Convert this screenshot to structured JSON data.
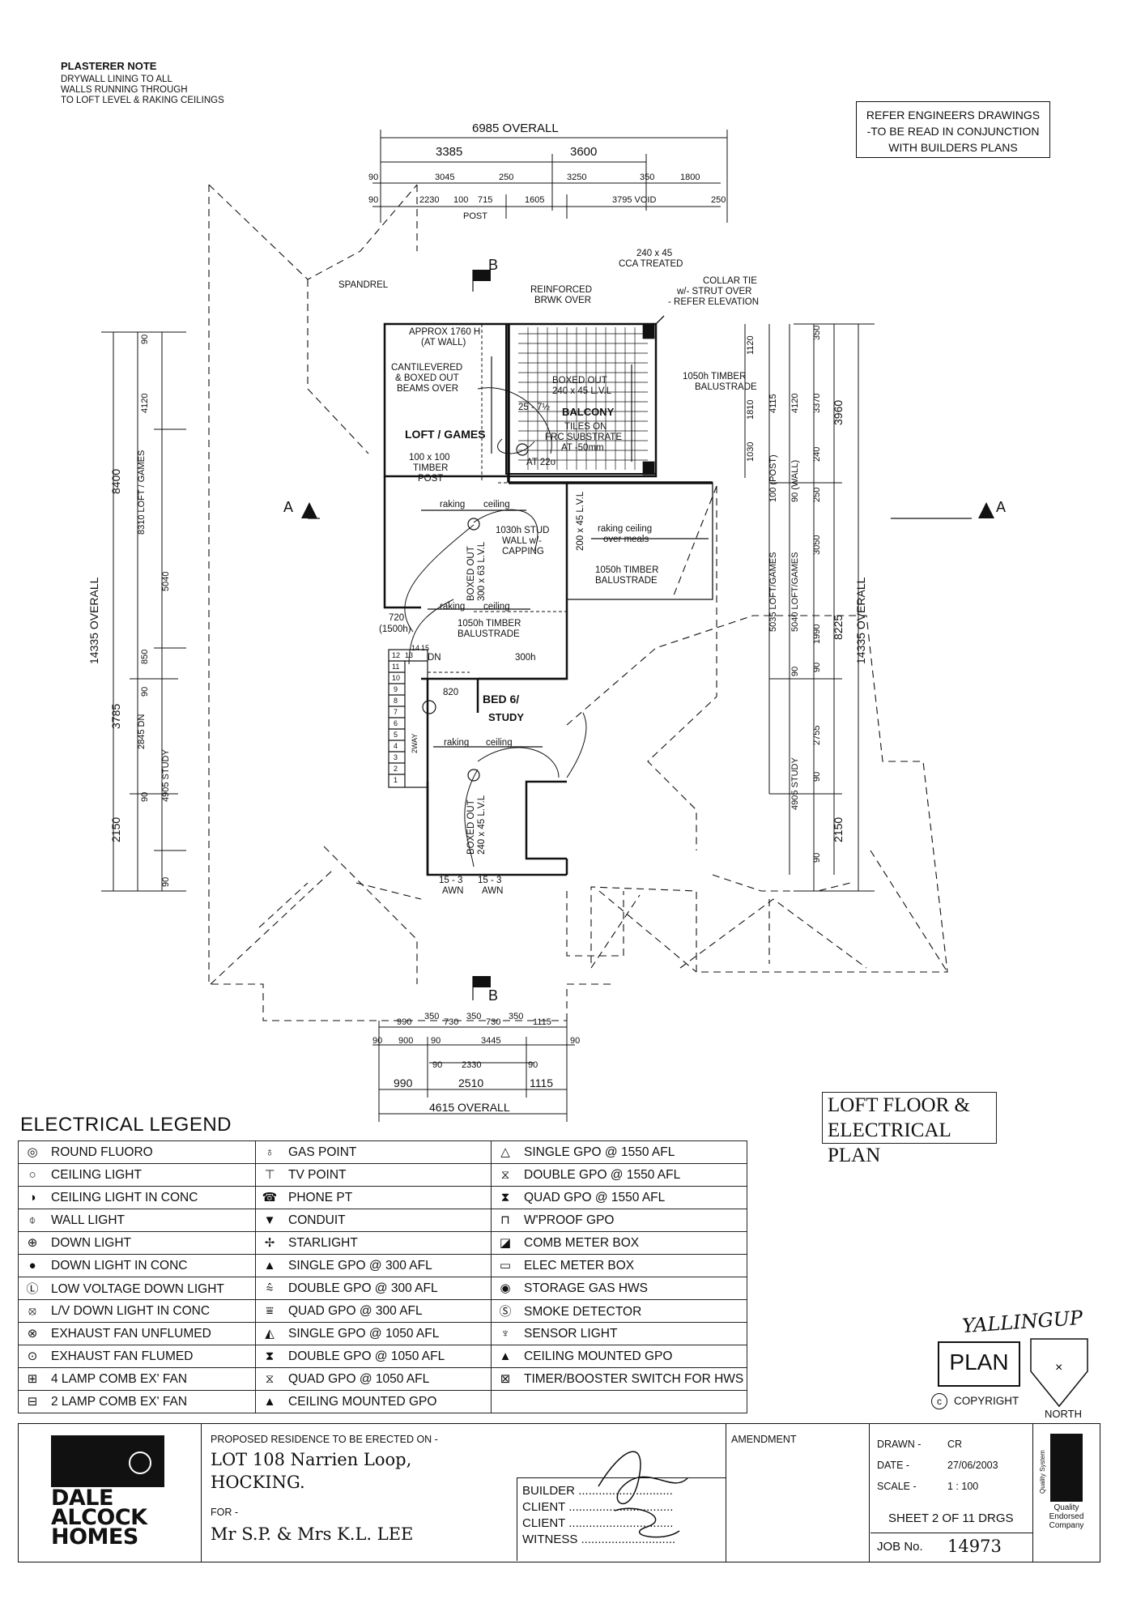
{
  "plasterer_note": {
    "title": "PLASTERER NOTE",
    "lines": [
      "DRYWALL LINING TO ALL",
      "WALLS RUNNING THROUGH",
      "TO LOFT LEVEL & RAKING CEILINGS"
    ]
  },
  "refer_note": [
    "REFER ENGINEERS DRAWINGS",
    "-TO BE READ IN CONJUNCTION",
    "WITH BUILDERS PLANS"
  ],
  "dimensions": {
    "top_overall": "6985 OVERALL",
    "top_row1": [
      "3385",
      "3600"
    ],
    "top_row2": [
      "90",
      "3045",
      "250",
      "3250",
      "350",
      "1800"
    ],
    "top_row3": [
      "90",
      "2230",
      "100",
      "715",
      "1605",
      "3795 VOID",
      "250"
    ],
    "post": "POST",
    "left_outer": [
      "14335 OVERALL"
    ],
    "left_mid": [
      "8400",
      "3785",
      "2150"
    ],
    "left_inner": [
      "90",
      "4120",
      "8310 LOFT / GAMES",
      "5040",
      "850",
      "90",
      "2845 DN",
      "90",
      "4905 STUDY",
      "90"
    ],
    "right_outer": "14335 OVERALL",
    "right_mid": [
      "3960",
      "8225",
      "2150"
    ],
    "right_inner": [
      "350",
      "3370",
      "240",
      "250",
      "3050",
      "1990",
      "90",
      "2755",
      "90",
      "90"
    ],
    "right_a": [
      "1120",
      "1810",
      "1030",
      "4115",
      "100 (POST)",
      "4120",
      "90 (WALL)",
      "5035 LOFT/GAMES",
      "5040 LOFT/GAMES",
      "90",
      "4905 STUDY"
    ],
    "bottom_row1": [
      "990",
      "350",
      "730",
      "350",
      "730",
      "350",
      "1115"
    ],
    "bottom_row2": [
      "90",
      "900",
      "90",
      "3445",
      "90"
    ],
    "bottom_row3": [
      "90",
      "2330",
      "90"
    ],
    "bottom_row4": [
      "990",
      "2510",
      "1115"
    ],
    "bottom_overall": "4615 OVERALL"
  },
  "plan_labels": {
    "spandrel": "SPANDREL",
    "reinforced": [
      "REINFORCED",
      "BRWK OVER"
    ],
    "cca": [
      "240 x 45",
      "CCA TREATED"
    ],
    "collar": [
      "COLLAR TIE",
      "w/- STRUT OVER",
      "- REFER ELEVATION"
    ],
    "approx": [
      "APPROX 1760 H",
      "(AT WALL)"
    ],
    "cantilevered": [
      "CANTILEVERED",
      "& BOXED OUT",
      "BEAMS OVER"
    ],
    "boxed_top": [
      "BOXED OUT",
      "240 x 45 L.V.L"
    ],
    "balcony": "BALCONY",
    "tiles": [
      "TILES ON",
      "FRC SUBSTRATE",
      "AT -50mm"
    ],
    "timber_bal_1": [
      "1050h TIMBER",
      "BALUSTRADE"
    ],
    "pitch": "25 - 7½",
    "at220": "AT 22o",
    "loft": "LOFT / GAMES",
    "post": [
      "100 x 100",
      "TIMBER",
      "POST"
    ],
    "raking": "raking",
    "ceiling": "ceiling",
    "stud_wall": [
      "1030h STUD",
      "WALL w/-",
      "CAPPING"
    ],
    "boxed_mid": [
      "BOXED OUT",
      "300 x 63 L.V.L"
    ],
    "lvl_200": "200 x 45 L.V.L",
    "raking_meals": [
      "raking ceiling",
      "over meals"
    ],
    "timber_bal_2": [
      "1050h TIMBER",
      "BALUSTRADE"
    ],
    "timber_bal_3": [
      "1050h TIMBER",
      "BALUSTRADE"
    ],
    "dim_720": [
      "720",
      "(1500h)"
    ],
    "dn": "DN",
    "dim_820": "820",
    "h300": "300h",
    "bed": [
      "BED 6/",
      "STUDY"
    ],
    "boxed_bot": [
      "BOXED OUT",
      "240 x 45 L.V.L"
    ],
    "awn": [
      "15 - 3",
      "AWN",
      "15 - 3",
      "AWN"
    ],
    "section_a": "A",
    "section_b": "B",
    "stair_numbers": [
      "1",
      "2",
      "3",
      "4",
      "5",
      "6",
      "7",
      "8",
      "9",
      "10",
      "11",
      "12",
      "13",
      "14",
      "15"
    ],
    "stair_way": "2WAY"
  },
  "electrical_legend": {
    "title": "ELECTRICAL LEGEND",
    "col1": [
      {
        "icon": "round-fluoro-icon",
        "glyph": "◎",
        "label": "ROUND FLUORO"
      },
      {
        "icon": "ceiling-light-icon",
        "glyph": "○",
        "label": "CEILING LIGHT"
      },
      {
        "icon": "ceiling-light-conc-icon",
        "glyph": "◑",
        "label": "CEILING LIGHT IN CONC"
      },
      {
        "icon": "wall-light-icon",
        "glyph": "⌽",
        "label": "WALL LIGHT"
      },
      {
        "icon": "down-light-icon",
        "glyph": "⊕",
        "label": "DOWN LIGHT"
      },
      {
        "icon": "down-light-conc-icon",
        "glyph": "●",
        "label": "DOWN LIGHT IN CONC"
      },
      {
        "icon": "low-voltage-down-light-icon",
        "glyph": "Ⓛ",
        "label": "LOW VOLTAGE DOWN LIGHT"
      },
      {
        "icon": "lv-down-light-conc-icon",
        "glyph": "⦻",
        "label": "L/V DOWN LIGHT IN CONC"
      },
      {
        "icon": "exhaust-fan-unflumed-icon",
        "glyph": "⊗",
        "label": "EXHAUST FAN UNFLUMED"
      },
      {
        "icon": "exhaust-fan-flumed-icon",
        "glyph": "⊙",
        "label": "EXHAUST FAN FLUMED"
      },
      {
        "icon": "four-lamp-fan-icon",
        "glyph": "⊞",
        "label": "4 LAMP COMB EX' FAN"
      },
      {
        "icon": "two-lamp-fan-icon",
        "glyph": "⊟",
        "label": "2 LAMP COMB EX' FAN"
      }
    ],
    "col2": [
      {
        "icon": "gas-point-icon",
        "glyph": "♁",
        "label": "GAS POINT"
      },
      {
        "icon": "tv-point-icon",
        "glyph": "⊤",
        "label": "TV POINT"
      },
      {
        "icon": "phone-icon",
        "glyph": "☎",
        "label": "PHONE PT"
      },
      {
        "icon": "conduit-icon",
        "glyph": "▼",
        "label": "CONDUIT"
      },
      {
        "icon": "starlight-icon",
        "glyph": "✢",
        "label": "STARLIGHT"
      },
      {
        "icon": "single-gpo-300-icon",
        "glyph": "▲",
        "label": "SINGLE GPO @ 300 AFL"
      },
      {
        "icon": "double-gpo-300-icon",
        "glyph": "⩯",
        "label": "DOUBLE GPO @ 300 AFL"
      },
      {
        "icon": "quad-gpo-300-icon",
        "glyph": "⩸",
        "label": "QUAD GPO @ 300 AFL"
      },
      {
        "icon": "single-gpo-1050-icon",
        "glyph": "◭",
        "label": "SINGLE GPO @ 1050 AFL"
      },
      {
        "icon": "double-gpo-1050-icon",
        "glyph": "⧗",
        "label": "DOUBLE GPO @ 1050 AFL"
      },
      {
        "icon": "quad-gpo-1050-icon",
        "glyph": "⧖",
        "label": "QUAD GPO @ 1050 AFL"
      },
      {
        "icon": "ceiling-gpo-icon",
        "glyph": "▲",
        "label": "CEILING MOUNTED GPO"
      }
    ],
    "col3": [
      {
        "icon": "single-gpo-1550-icon",
        "glyph": "△",
        "label": "SINGLE GPO @ 1550 AFL"
      },
      {
        "icon": "double-gpo-1550-icon",
        "glyph": "⧖",
        "label": "DOUBLE GPO @ 1550 AFL"
      },
      {
        "icon": "quad-gpo-1550-icon",
        "glyph": "⧗",
        "label": "QUAD GPO @ 1550 AFL"
      },
      {
        "icon": "wproof-gpo-icon",
        "glyph": "⊓",
        "label": "W'PROOF GPO"
      },
      {
        "icon": "comb-meter-box-icon",
        "glyph": "◪",
        "label": "COMB METER BOX"
      },
      {
        "icon": "elec-meter-box-icon",
        "glyph": "▭",
        "label": "ELEC METER BOX"
      },
      {
        "icon": "storage-gas-hws-icon",
        "glyph": "◉",
        "label": "STORAGE GAS HWS"
      },
      {
        "icon": "smoke-detector-icon",
        "glyph": "Ⓢ",
        "label": "SMOKE DETECTOR"
      },
      {
        "icon": "sensor-light-icon",
        "glyph": "♆",
        "label": "SENSOR LIGHT"
      },
      {
        "icon": "ceiling-mounted-gpo-icon",
        "glyph": "▲",
        "label": "CEILING MOUNTED GPO"
      },
      {
        "icon": "timer-switch-icon",
        "glyph": "⊠",
        "label": "TIMER/BOOSTER SWITCH FOR HWS"
      },
      {
        "icon": "",
        "glyph": "",
        "label": ""
      }
    ]
  },
  "plan_title": [
    "LOFT FLOOR &",
    "ELECTRICAL PLAN"
  ],
  "yallingup": "YALLINGUP",
  "plan_stamp": "PLAN",
  "copyright": "COPYRIGHT",
  "north": "NORTH",
  "title_block": {
    "logo_lines": [
      "DALE",
      "ALCOCK",
      "HOMES"
    ],
    "proposed": "PROPOSED RESIDENCE TO BE ERECTED ON -",
    "lot": "LOT 108 Narrien Loop,",
    "suburb": "HOCKING.",
    "for_label": "FOR -",
    "client_name": "Mr S.P. & Mrs K.L. LEE",
    "amendment": "AMENDMENT",
    "sign_lines": [
      "BUILDER",
      "CLIENT",
      "CLIENT",
      "WITNESS"
    ],
    "drawn_label": "DRAWN -",
    "drawn_value": "CR",
    "date_label": "DATE -",
    "date_value": "27/06/2003",
    "scale_label": "SCALE -",
    "scale_value": "1 : 100",
    "sheet": "SHEET 2 OF 11 DRGS",
    "job_label": "JOB No.",
    "job_value": "14973",
    "quality_vertical": "Quality System",
    "quality_lines": [
      "Quality",
      "Endorsed",
      "Company"
    ]
  }
}
